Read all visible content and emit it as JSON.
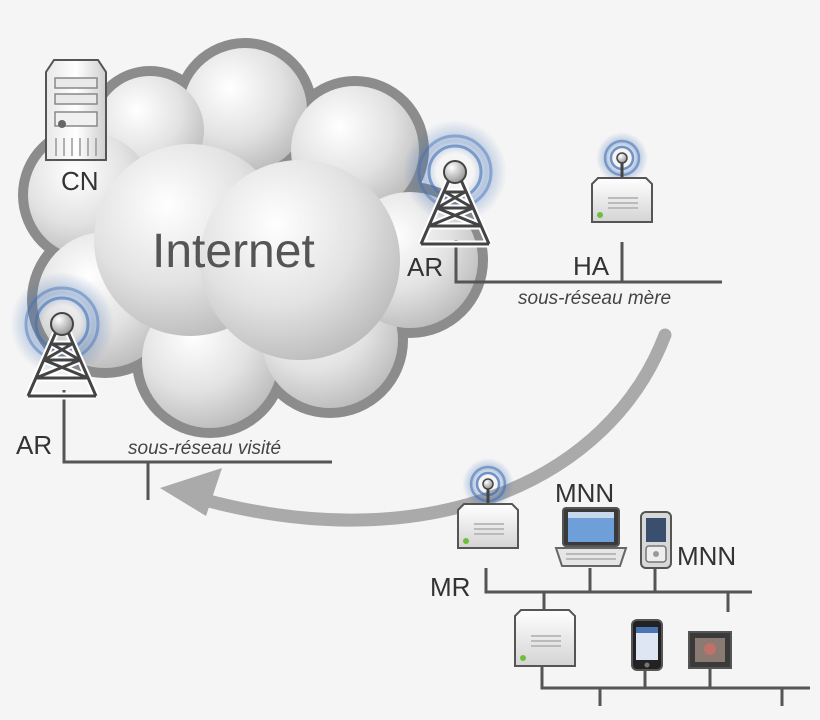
{
  "cloud": {
    "label": "Internet"
  },
  "nodes": {
    "cn": "CN",
    "ar_home": "AR",
    "ha": "HA",
    "ar_visited": "AR",
    "mr": "MR",
    "mnn_laptop": "MNN",
    "mnn_phone": "MNN"
  },
  "subnets": {
    "home": "sous-réseau mère",
    "visited": "sous-réseau visité"
  },
  "colors": {
    "background": "#f5f5f5",
    "cloud_fill": "#d9d9d9",
    "cloud_outline": "#8c8c8c",
    "wireless_wave": "#3f6fb5",
    "link": "#555555",
    "arrow": "#aaaaaa"
  }
}
